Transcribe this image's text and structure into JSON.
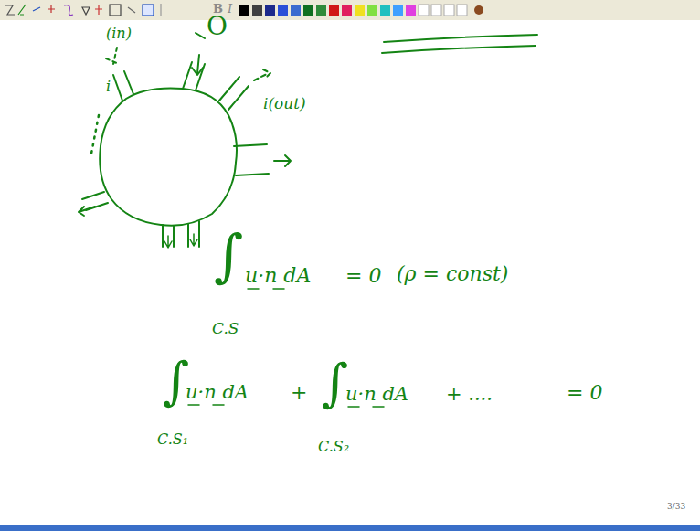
{
  "diagram": {
    "labels": [
      "B",
      "I",
      "O",
      "(in)",
      "i",
      "i(out)",
      "∫",
      "u·n dA",
      "= 0",
      "C.S",
      "(ρ = const)",
      "∫",
      "u·n dA",
      "+",
      "∫",
      "u·n dA",
      "+ ....",
      "= 0",
      "C.S₁",
      "C.S₂",
      "3/33"
    ]
  }
}
